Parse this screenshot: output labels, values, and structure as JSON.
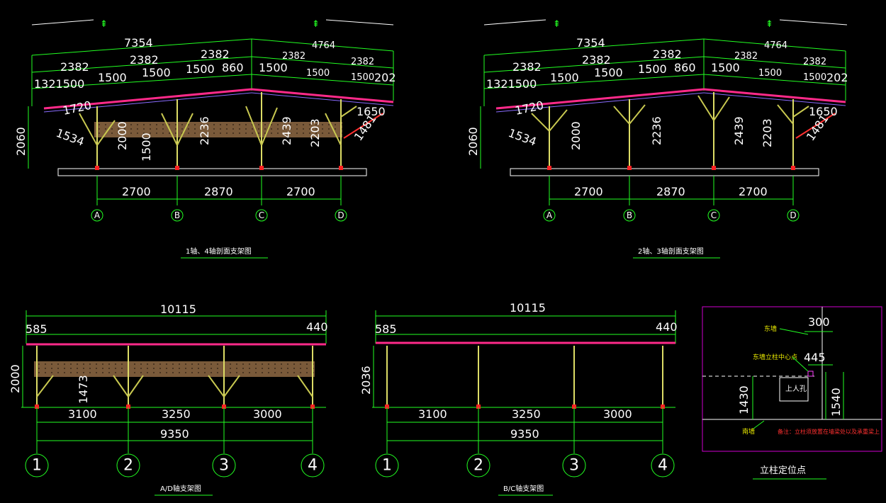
{
  "colors": {
    "background": "#000000",
    "dimension_line": "#22ff22",
    "roof": "#ff2a8a",
    "timber_panel": "#7a5a3a",
    "column": "#dddd66",
    "frame_border": "#d000d0"
  },
  "elevation_top_left": {
    "total_left": "7354",
    "total_right": "4764",
    "segs_left": [
      "2382",
      "2382",
      "2382"
    ],
    "segs_right": [
      "2382",
      "2382"
    ],
    "sub_left": [
      "1321500",
      "1500",
      "1500",
      "1500",
      "860"
    ],
    "sub_right": [
      "1500",
      "1500",
      "1500",
      "202"
    ],
    "slope_left": "1720",
    "diag_left": "1534",
    "slope_right": "1650",
    "diag_right": "1481",
    "height": "2060",
    "col_heights": [
      "2000",
      "1500",
      "2236",
      "2439",
      "2203"
    ],
    "spans": [
      "2700",
      "2870",
      "2700"
    ],
    "axes": [
      "A",
      "B",
      "C",
      "D"
    ],
    "caption": "1轴、4轴剖面支架图"
  },
  "elevation_top_right": {
    "total_left": "7354",
    "total_right": "4764",
    "segs_left": [
      "2382",
      "2382",
      "2382"
    ],
    "segs_right": [
      "2382",
      "2382"
    ],
    "sub_left": [
      "1321500",
      "1500",
      "1500",
      "1500",
      "860"
    ],
    "sub_right": [
      "1500",
      "1500",
      "1500",
      "202"
    ],
    "slope_left": "1720",
    "diag_left": "1534",
    "slope_right": "1650",
    "diag_right": "1481",
    "height": "2060",
    "col_heights": [
      "2000",
      "2236",
      "2439",
      "2203"
    ],
    "spans": [
      "2700",
      "2870",
      "2700"
    ],
    "axes": [
      "A",
      "B",
      "C",
      "D"
    ],
    "caption": "2轴、3轴剖面支架图"
  },
  "elevation_bottom_left": {
    "total": "10115",
    "left_overhang": "585",
    "right_overhang": "440",
    "height": "2000",
    "brace_height": "1473",
    "spans": [
      "3100",
      "3250",
      "3000"
    ],
    "span_total": "9350",
    "axes": [
      "1",
      "2",
      "3",
      "4"
    ],
    "caption": "A/D轴支架图"
  },
  "elevation_bottom_mid": {
    "total": "10115",
    "left_overhang": "585",
    "right_overhang": "440",
    "height": "2036",
    "spans": [
      "3100",
      "3250",
      "3000"
    ],
    "span_total": "9350",
    "axes": [
      "1",
      "2",
      "3",
      "4"
    ],
    "caption": "B/C轴支架图"
  },
  "detail": {
    "dim_top": "300",
    "dim_mid": "445",
    "dim_left": "1430",
    "dim_right": "1540",
    "label_wall": "东墙",
    "label_center": "东墙立柱中心点",
    "label_hole": "上人孔",
    "label_bottom": "南墙",
    "note": "备注：立柱须放置在墙梁处以及承重梁上",
    "caption": "立柱定位点"
  }
}
